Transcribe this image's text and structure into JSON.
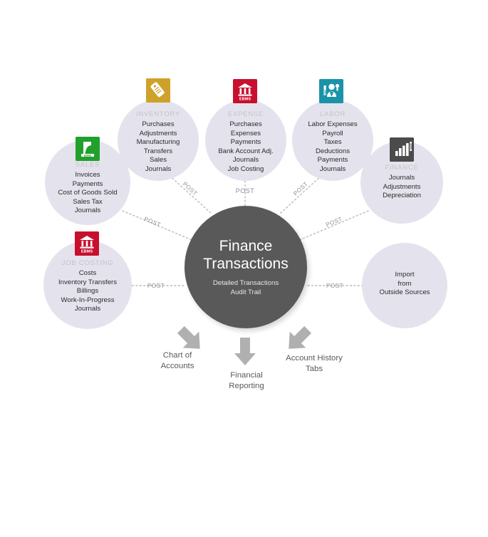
{
  "diagram": {
    "hub": {
      "title_line1": "Finance",
      "title_line2": "Transactions",
      "subtitle_line1": "Detailed Transactions",
      "subtitle_line2": "Audit Trail",
      "color": "#595959"
    },
    "connector_label": "POST",
    "bubble_color": "#e4e3ed",
    "nodes": [
      {
        "id": "sales",
        "title": "SALES",
        "icon": "ebms-sales-icon",
        "icon_color": "#22a02c",
        "items": [
          "Invoices",
          "Payments",
          "Cost of Goods Sold",
          "Sales Tax",
          "Journals"
        ]
      },
      {
        "id": "inventory",
        "title": "INVENTORY",
        "icon": "ebms-inventory-tag-icon",
        "icon_color": "#ceа",
        "items": [
          "Purchases",
          "Adjustments",
          "Manufacturing",
          "Transfers",
          "Sales",
          "Journals"
        ]
      },
      {
        "id": "expense",
        "title": "EXPENSE",
        "icon": "ebms-expense-bank-icon",
        "icon_color": "#c8102e",
        "items": [
          "Purchases",
          "Expenses",
          "Payments",
          "Bank Account Adj.",
          "Journals",
          "Job Costing"
        ]
      },
      {
        "id": "labor",
        "title": "LABOR",
        "icon": "ebms-labor-worker-icon",
        "icon_color": "#1a93a8",
        "items": [
          "Labor Expenses",
          "Payroll",
          "Taxes",
          "Deductions",
          "Payments",
          "Journals"
        ]
      },
      {
        "id": "finance",
        "title": "FINANCE",
        "icon": "ebms-finance-chart-icon",
        "icon_color": "#4b4b4b",
        "items": [
          "Journals",
          "Adjustments",
          "Depreciation"
        ]
      },
      {
        "id": "job-costing",
        "title": "JOB COSTING",
        "icon": "ebms-jobcosting-bank-icon",
        "icon_color": "#c8102e",
        "items": [
          "Costs",
          "Inventory Transfers",
          "Billings",
          "Work-In-Progress",
          "Journals"
        ]
      },
      {
        "id": "import",
        "title": "",
        "icon": "",
        "icon_color": "",
        "items": [
          "Import",
          "from",
          "Outside Sources"
        ]
      }
    ],
    "outputs": [
      {
        "id": "chart-of-accounts",
        "line1": "Chart of",
        "line2": "Accounts",
        "arrow": "arrow-down-left-icon"
      },
      {
        "id": "financial-reporting",
        "line1": "Financial",
        "line2": "Reporting",
        "arrow": "arrow-down-icon"
      },
      {
        "id": "account-history-tabs",
        "line1": "Account History",
        "line2": "Tabs",
        "arrow": "arrow-down-right-icon"
      }
    ]
  }
}
